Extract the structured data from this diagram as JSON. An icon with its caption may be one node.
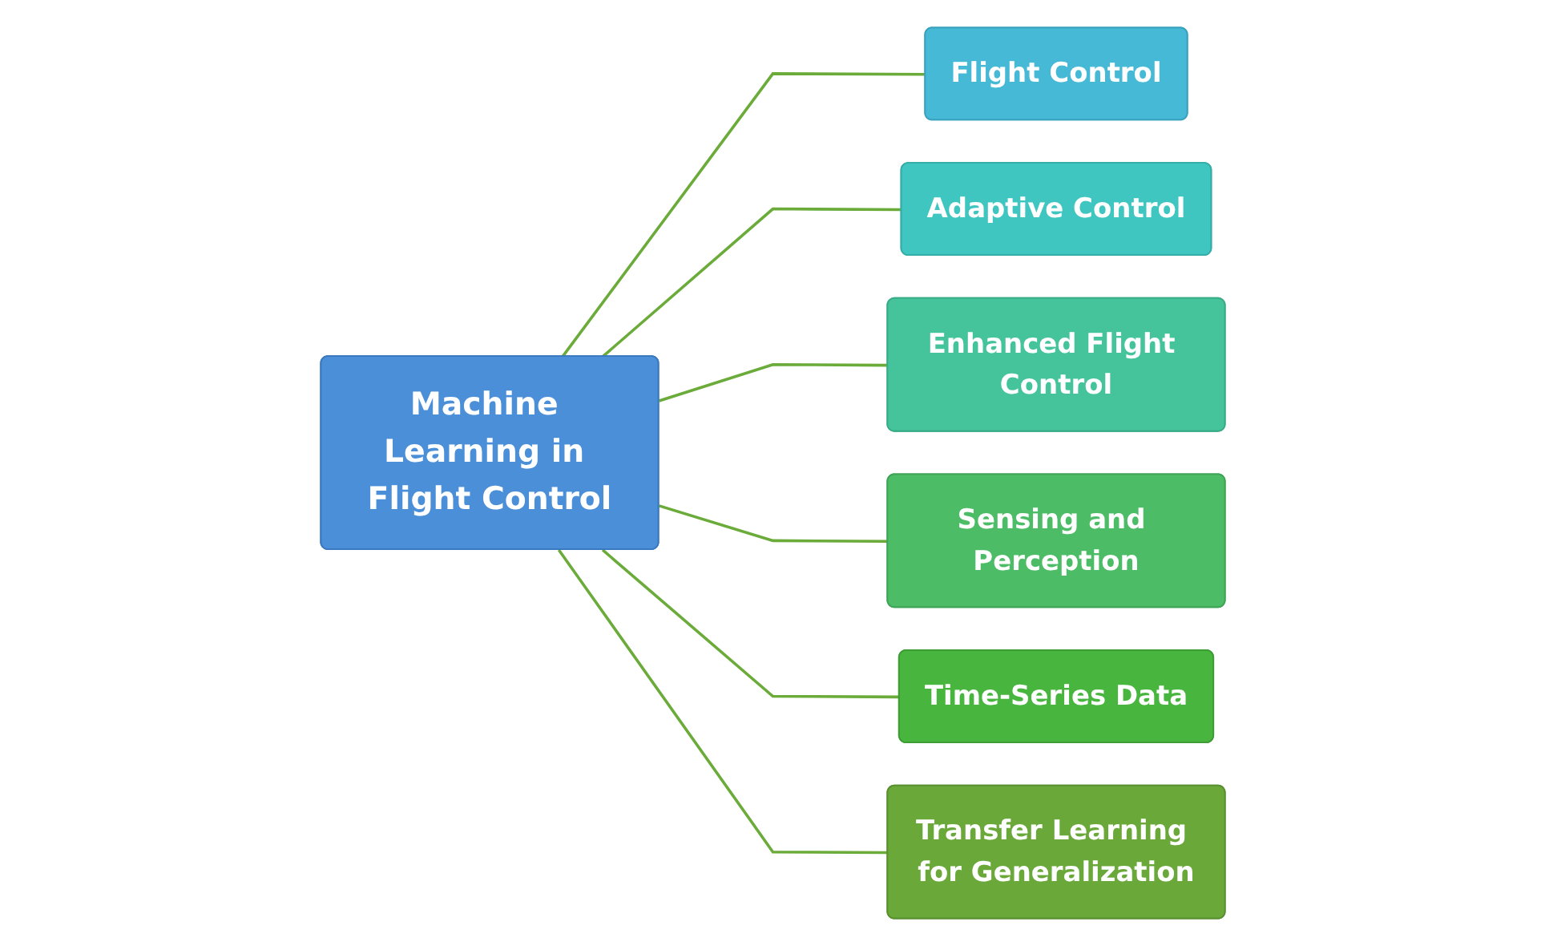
{
  "diagram": {
    "nodes": [
      {
        "text": [
          "Machine Learning in Flight Control"
        ]
      },
      {
        "text": [
          "Flight Control"
        ]
      },
      {
        "text": [
          "Adaptive Control"
        ]
      },
      {
        "text": [
          "Enhanced Flight Control"
        ]
      },
      {
        "text": [
          "Sensing and Perception"
        ]
      },
      {
        "text": [
          "Time-Series Data"
        ]
      },
      {
        "text": [
          "Transfer Learning for Generalization"
        ]
      }
    ],
    "edges": [
      {
        "from": 0,
        "to": 1,
        "arrow": "none"
      },
      {
        "from": 0,
        "to": 2,
        "arrow": "none"
      },
      {
        "from": 0,
        "to": 3,
        "arrow": "none"
      },
      {
        "from": 0,
        "to": 4,
        "arrow": "none"
      },
      {
        "from": 0,
        "to": 5,
        "arrow": "none"
      },
      {
        "from": 0,
        "to": 6,
        "arrow": "none"
      }
    ]
  }
}
